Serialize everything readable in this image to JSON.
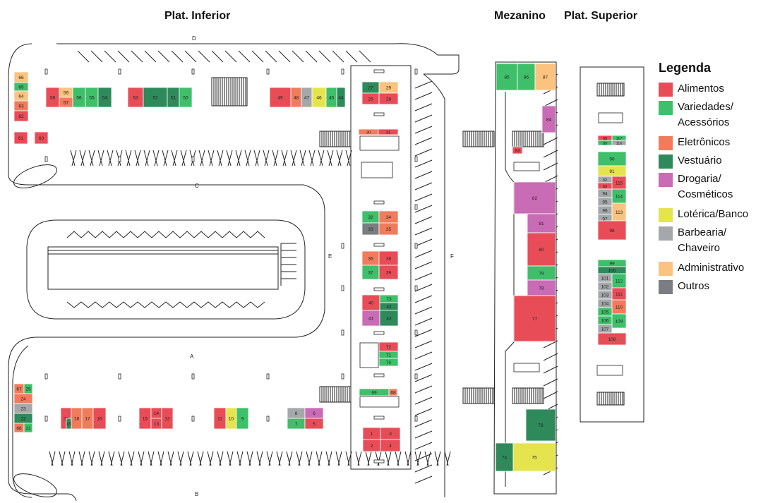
{
  "headers": {
    "inferior": "Plat. Inferior",
    "mezanino": "Mezanino",
    "superior": "Plat. Superior"
  },
  "entrances": {
    "a": "A",
    "b": "B",
    "c": "C",
    "d": "D",
    "e": "E",
    "f": "F"
  },
  "legend": {
    "title": "Legenda",
    "items": [
      {
        "key": "alimentos",
        "lines": [
          "Alimentos"
        ],
        "color": "#e84d57"
      },
      {
        "key": "variedades",
        "lines": [
          "Variedades/",
          "Acessórios"
        ],
        "color": "#3fbf6a"
      },
      {
        "key": "eletronicos",
        "lines": [
          "Eletrônicos"
        ],
        "color": "#f07c5c"
      },
      {
        "key": "vestuario",
        "lines": [
          "Vestuário"
        ],
        "color": "#2e8a5b"
      },
      {
        "key": "drogaria",
        "lines": [
          "Drogaria/",
          "Cosméticos"
        ],
        "color": "#c96bb5"
      },
      {
        "key": "loterica",
        "lines": [
          "Lotérica/Banco"
        ],
        "color": "#e5e44f"
      },
      {
        "key": "barbearia",
        "lines": [
          "Barbearia/",
          "Chaveiro"
        ],
        "color": "#a5a8aa"
      },
      {
        "key": "admin",
        "lines": [
          "Administrativo"
        ],
        "color": "#fbc37f"
      },
      {
        "key": "outros",
        "lines": [
          "Outros"
        ],
        "color": "#7b7e80"
      }
    ]
  },
  "stores": [
    {
      "label": "66",
      "cat": "admin"
    },
    {
      "label": "65",
      "cat": "variedades"
    },
    {
      "label": "64",
      "cat": "admin"
    },
    {
      "label": "63",
      "cat": "eletronicos"
    },
    {
      "label": "62",
      "cat": "alimentos"
    },
    {
      "label": "61",
      "cat": "alimentos"
    },
    {
      "label": "60",
      "cat": "alimentos"
    },
    {
      "label": "58",
      "cat": "alimentos"
    },
    {
      "label": "59",
      "cat": "admin"
    },
    {
      "label": "57",
      "cat": "eletronicos"
    },
    {
      "label": "56",
      "cat": "variedades"
    },
    {
      "label": "55",
      "cat": "variedades"
    },
    {
      "label": "54",
      "cat": "vestuario"
    },
    {
      "label": "53",
      "cat": "alimentos"
    },
    {
      "label": "52",
      "cat": "vestuario"
    },
    {
      "label": "51",
      "cat": "vestuario"
    },
    {
      "label": "50",
      "cat": "variedades"
    },
    {
      "label": "49",
      "cat": "alimentos"
    },
    {
      "label": "48",
      "cat": "eletronicos"
    },
    {
      "label": "47",
      "cat": "barbearia"
    },
    {
      "label": "46",
      "cat": "loterica"
    },
    {
      "label": "45",
      "cat": "variedades"
    },
    {
      "label": "44",
      "cat": "vestuario"
    },
    {
      "label": "27",
      "cat": "vestuario"
    },
    {
      "label": "29",
      "cat": "admin"
    },
    {
      "label": "26",
      "cat": "alimentos"
    },
    {
      "label": "28",
      "cat": "alimentos"
    },
    {
      "label": "30",
      "cat": "eletronicos"
    },
    {
      "label": "31",
      "cat": "alimentos"
    },
    {
      "label": "32",
      "cat": "variedades"
    },
    {
      "label": "34",
      "cat": "eletronicos"
    },
    {
      "label": "33",
      "cat": "outros"
    },
    {
      "label": "35",
      "cat": "eletronicos"
    },
    {
      "label": "36",
      "cat": "eletronicos"
    },
    {
      "label": "38",
      "cat": "alimentos"
    },
    {
      "label": "37",
      "cat": "variedades"
    },
    {
      "label": "39",
      "cat": "alimentos"
    },
    {
      "label": "40",
      "cat": "alimentos"
    },
    {
      "label": "73",
      "cat": "variedades"
    },
    {
      "label": "42",
      "cat": "vestuario"
    },
    {
      "label": "41",
      "cat": "drogaria"
    },
    {
      "label": "43",
      "cat": "vestuario"
    },
    {
      "label": "72",
      "cat": "alimentos"
    },
    {
      "label": "71",
      "cat": "variedades"
    },
    {
      "label": "70",
      "cat": "variedades"
    },
    {
      "label": "69",
      "cat": "variedades"
    },
    {
      "label": "68",
      "cat": "eletronicos"
    },
    {
      "label": "1",
      "cat": "alimentos"
    },
    {
      "label": "3",
      "cat": "alimentos"
    },
    {
      "label": "2",
      "cat": "alimentos"
    },
    {
      "label": "4",
      "cat": "alimentos"
    },
    {
      "label": "67",
      "cat": "eletronicos"
    },
    {
      "label": "25",
      "cat": "variedades"
    },
    {
      "label": "24",
      "cat": "eletronicos"
    },
    {
      "label": "23",
      "cat": "barbearia"
    },
    {
      "label": "22",
      "cat": "vestuario"
    },
    {
      "label": "68",
      "cat": "eletronicos"
    },
    {
      "label": "21",
      "cat": "variedades"
    },
    {
      "label": "20",
      "cat": "alimentos"
    },
    {
      "label": "19",
      "cat": "vestuario"
    },
    {
      "label": "18",
      "cat": "eletronicos"
    },
    {
      "label": "17",
      "cat": "eletronicos"
    },
    {
      "label": "16",
      "cat": "alimentos"
    },
    {
      "label": "15",
      "cat": "alimentos"
    },
    {
      "label": "14",
      "cat": "alimentos"
    },
    {
      "label": "13",
      "cat": "alimentos"
    },
    {
      "label": "12",
      "cat": "alimentos"
    },
    {
      "label": "11",
      "cat": "alimentos"
    },
    {
      "label": "10",
      "cat": "loterica"
    },
    {
      "label": "9",
      "cat": "variedades"
    },
    {
      "label": "8",
      "cat": "barbearia"
    },
    {
      "label": "6",
      "cat": "drogaria"
    },
    {
      "label": "7",
      "cat": "variedades"
    },
    {
      "label": "5",
      "cat": "alimentos"
    },
    {
      "label": "85",
      "cat": "variedades"
    },
    {
      "label": "86",
      "cat": "variedades"
    },
    {
      "label": "87",
      "cat": "admin"
    },
    {
      "label": "84",
      "cat": "drogaria"
    },
    {
      "label": "83",
      "cat": "alimentos"
    },
    {
      "label": "82",
      "cat": "drogaria"
    },
    {
      "label": "81",
      "cat": "drogaria"
    },
    {
      "label": "80",
      "cat": "alimentos"
    },
    {
      "label": "79",
      "cat": "variedades"
    },
    {
      "label": "78",
      "cat": "drogaria"
    },
    {
      "label": "77",
      "cat": "alimentos"
    },
    {
      "label": "76",
      "cat": "vestuario"
    },
    {
      "label": "74",
      "cat": "vestuario"
    },
    {
      "label": "75",
      "cat": "loterica"
    },
    {
      "label": "88",
      "cat": "alimentos"
    },
    {
      "label": "117",
      "cat": "variedades"
    },
    {
      "label": "89",
      "cat": "variedades"
    },
    {
      "label": "116",
      "cat": "barbearia"
    },
    {
      "label": "90",
      "cat": "variedades"
    },
    {
      "label": "91",
      "cat": "loterica"
    },
    {
      "label": "92",
      "cat": "barbearia"
    },
    {
      "label": "93",
      "cat": "alimentos"
    },
    {
      "label": "115",
      "cat": "alimentos"
    },
    {
      "label": "94",
      "cat": "barbearia"
    },
    {
      "label": "114",
      "cat": "variedades"
    },
    {
      "label": "95",
      "cat": "barbearia"
    },
    {
      "label": "96",
      "cat": "barbearia"
    },
    {
      "label": "113",
      "cat": "admin"
    },
    {
      "label": "97",
      "cat": "barbearia"
    },
    {
      "label": "98",
      "cat": "alimentos"
    },
    {
      "label": "99",
      "cat": "variedades"
    },
    {
      "label": "100",
      "cat": "vestuario"
    },
    {
      "label": "101",
      "cat": "barbearia"
    },
    {
      "label": "112",
      "cat": "variedades"
    },
    {
      "label": "102",
      "cat": "barbearia"
    },
    {
      "label": "103",
      "cat": "barbearia"
    },
    {
      "label": "111",
      "cat": "alimentos"
    },
    {
      "label": "104",
      "cat": "barbearia"
    },
    {
      "label": "110",
      "cat": "eletronicos"
    },
    {
      "label": "105",
      "cat": "variedades"
    },
    {
      "label": "106",
      "cat": "variedades"
    },
    {
      "label": "109",
      "cat": "variedades"
    },
    {
      "label": "107",
      "cat": "barbearia"
    },
    {
      "label": "108",
      "cat": "alimentos"
    }
  ]
}
